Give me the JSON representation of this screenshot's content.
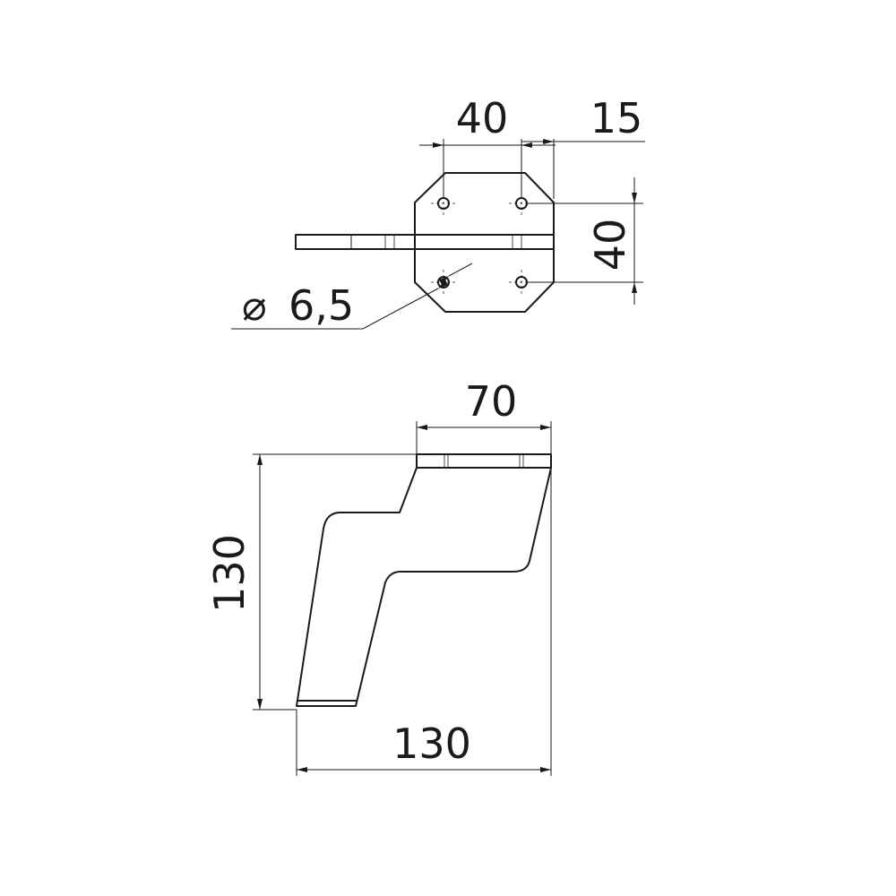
{
  "drawing": {
    "top_view": {
      "plate_hole_spacing_horizontal": "40",
      "plate_edge_offset": "15",
      "plate_hole_spacing_vertical": "40",
      "hole_diameter_symbol": "⌀",
      "hole_diameter": "6,5"
    },
    "side_view": {
      "top_width": "70",
      "height": "130",
      "depth": "130"
    }
  }
}
